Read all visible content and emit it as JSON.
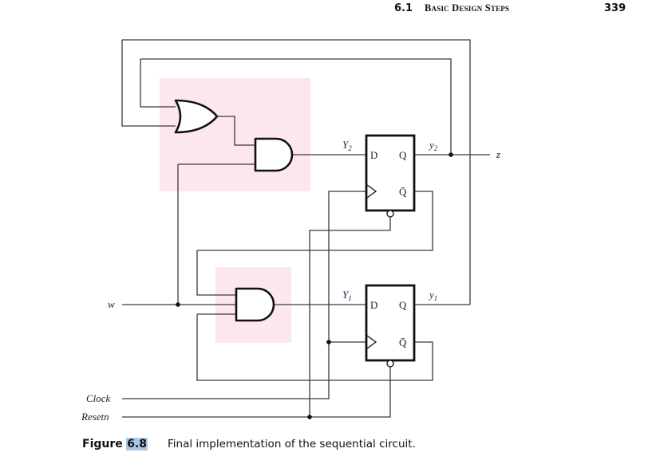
{
  "header": {
    "section_number": "6.1",
    "section_title": "Basic Design Steps",
    "page_number": "339"
  },
  "diagram": {
    "highlight_color": "#fce6ef",
    "inputs": [
      "w",
      "Clock",
      "Resetn"
    ],
    "output": "z",
    "gates": [
      {
        "id": "or-gate",
        "type": "OR",
        "inputs": [
          "y1",
          "y2"
        ]
      },
      {
        "id": "and-gate-top",
        "type": "AND",
        "inputs": [
          "or-out",
          "w"
        ],
        "output": "Y2"
      },
      {
        "id": "and-gate-bottom",
        "type": "AND",
        "inputs": [
          "y2-bar",
          "w",
          "y1-bar"
        ],
        "output": "Y1"
      }
    ],
    "flip_flops": [
      {
        "id": "ff2",
        "d_label": "D",
        "q_label": "Q",
        "qbar_label": "Q̄",
        "next_state": "Y",
        "next_state_sub": "2",
        "state": "y",
        "state_sub": "2"
      },
      {
        "id": "ff1",
        "d_label": "D",
        "q_label": "Q",
        "qbar_label": "Q̄",
        "next_state": "Y",
        "next_state_sub": "1",
        "state": "y",
        "state_sub": "1"
      }
    ]
  },
  "caption": {
    "figure_word": "Figure",
    "figure_number": "6.8",
    "text": "Final implementation of the sequential circuit."
  }
}
